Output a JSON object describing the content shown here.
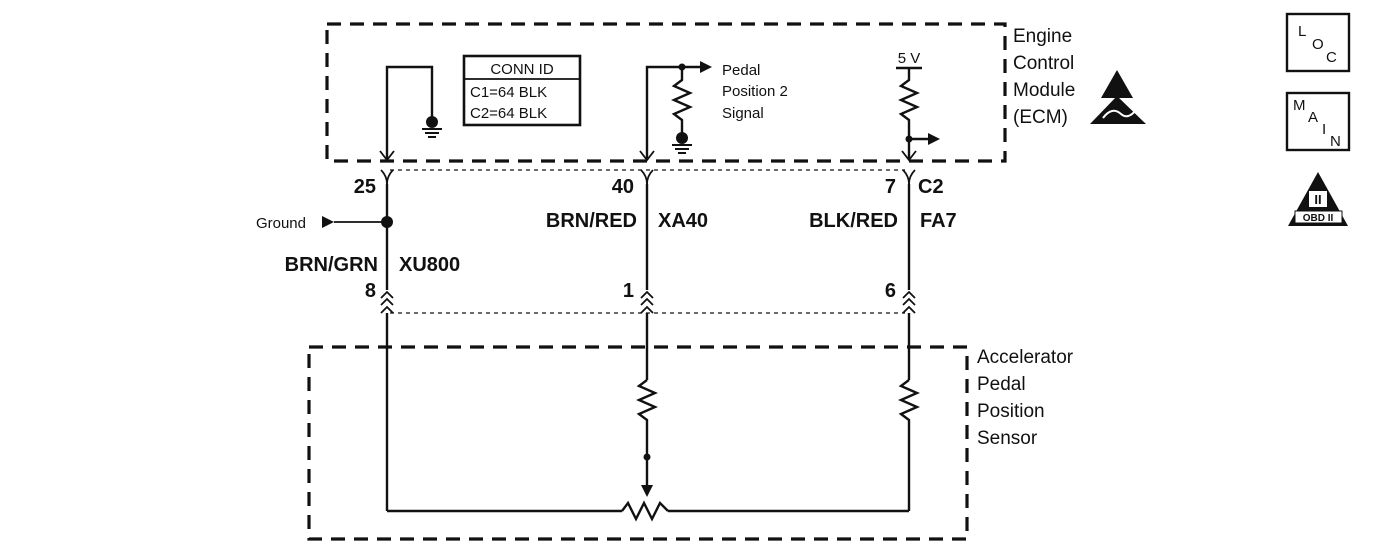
{
  "ecm": {
    "title_lines": [
      "Engine",
      "Control",
      "Module",
      "(ECM)"
    ],
    "conn_id": {
      "header": "CONN ID",
      "rows": [
        "C1=64 BLK",
        "C2=64 BLK"
      ]
    },
    "signal_lines": [
      "Pedal",
      "Position 2",
      "Signal"
    ],
    "supply_label": "5 V"
  },
  "sensor": {
    "title_lines": [
      "Accelerator",
      "Pedal",
      "Position",
      "Sensor"
    ]
  },
  "ground_label": "Ground",
  "connector_c2": "C2",
  "circuits": [
    {
      "ecm_pin": "25",
      "wire_color": "BRN/GRN",
      "circuit_id": "XU800",
      "sensor_pin": "8"
    },
    {
      "ecm_pin": "40",
      "wire_color": "BRN/RED",
      "circuit_id": "XA40",
      "sensor_pin": "1"
    },
    {
      "ecm_pin": "7",
      "wire_color": "BLK/RED",
      "circuit_id": "FA7",
      "sensor_pin": "6"
    }
  ],
  "side_icons": [
    {
      "name": "loc-icon",
      "letters": [
        "L",
        "O",
        "C"
      ]
    },
    {
      "name": "main-icon",
      "letters": [
        "M",
        "A",
        "I",
        "N"
      ]
    },
    {
      "name": "obd-ii-icon",
      "top": "II",
      "bottom": "OBD II"
    }
  ]
}
